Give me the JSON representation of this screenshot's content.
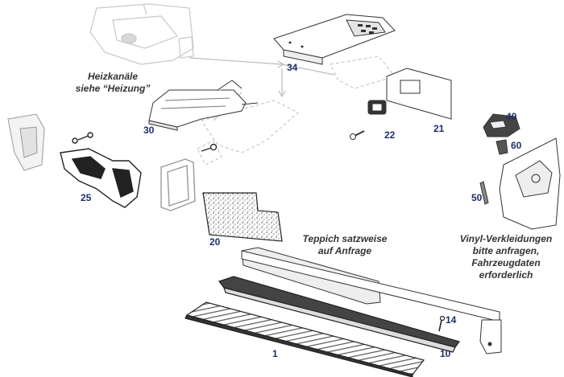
{
  "notes": {
    "heating_line1": "Heizkanäle",
    "heating_line2": "siehe “Heizung”",
    "carpet_line1": "Teppich satzweise",
    "carpet_line2": "auf Anfrage",
    "vinyl_line1": "Vinyl-Verkleidungen",
    "vinyl_line2": "bitte anfragen,",
    "vinyl_line3": "Fahrzeugdaten",
    "vinyl_line4": "erforderlich"
  },
  "parts": {
    "p34": "34",
    "p30": "30",
    "p22": "22",
    "p21": "21",
    "p40": "40",
    "p60": "60",
    "p25": "25",
    "p50": "50",
    "p20": "20",
    "p14": "14",
    "p1": "1",
    "p10": "10"
  },
  "colors": {
    "label": "#1f2f6b",
    "line": "#333333",
    "ghost": "#c8c8c8"
  }
}
